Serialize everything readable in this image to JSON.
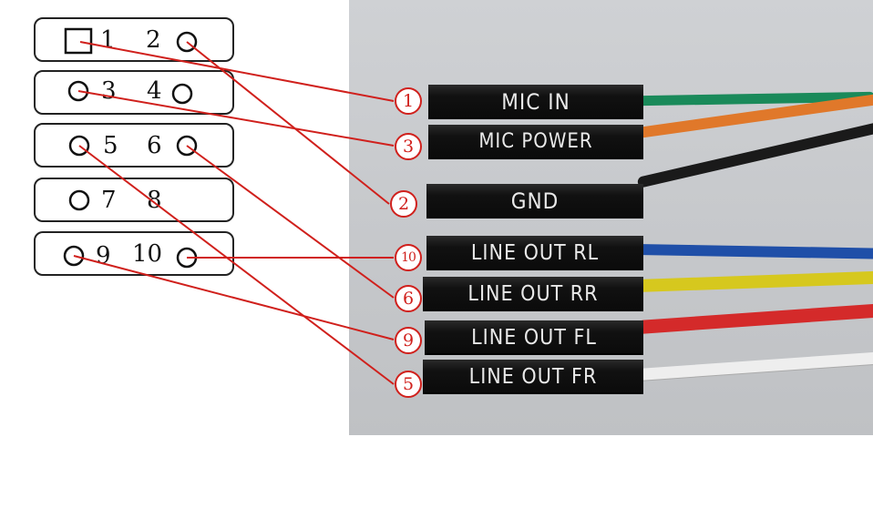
{
  "pin_header": {
    "rows": [
      {
        "left": "1",
        "right": "2",
        "left_marker": "square",
        "right_marker": "circle"
      },
      {
        "left": "3",
        "right": "4",
        "left_marker": "circle",
        "right_marker": "circle"
      },
      {
        "left": "5",
        "right": "6",
        "left_marker": "circle",
        "right_marker": "circle"
      },
      {
        "left": "7",
        "right": "8",
        "left_marker": "circle",
        "right_marker": "none"
      },
      {
        "left": "9",
        "right": "10",
        "left_marker": "circle",
        "right_marker": "circle"
      }
    ]
  },
  "connectors": [
    {
      "label": "MIC IN",
      "pin": "1",
      "wire_color": "#1a8a5a"
    },
    {
      "label": "MIC POWER",
      "pin": "3",
      "wire_color": "#e0782a"
    },
    {
      "label": "GND",
      "pin": "2",
      "wire_color": "#1a1a1a"
    },
    {
      "label": "LINE OUT RL",
      "pin": "10",
      "wire_color": "#1f4fa8"
    },
    {
      "label": "LINE OUT RR",
      "pin": "6",
      "wire_color": "#d6c81e"
    },
    {
      "label": "LINE OUT FL",
      "pin": "9",
      "wire_color": "#d42a2a"
    },
    {
      "label": "LINE OUT FR",
      "pin": "5",
      "wire_color": "#eeeeee"
    }
  ],
  "colors": {
    "annotation_red": "#d0201c",
    "connector_black": "#111111",
    "background_photo": "#c8cacd"
  },
  "icons": {
    "square_pin": "pin-1-square-marker",
    "round_pin": "pin-circle-marker"
  }
}
